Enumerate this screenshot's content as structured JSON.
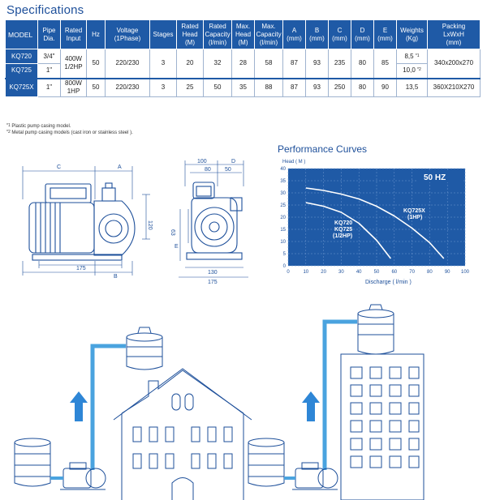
{
  "specs": {
    "title": "Specifications",
    "headers": {
      "model": "MODEL",
      "pipe": [
        "Pipe",
        "Dia."
      ],
      "rated_input": [
        "Rated",
        "Input"
      ],
      "hz": "Hz",
      "voltage": [
        "Voltage",
        "(1Phase)"
      ],
      "stages": "Stages",
      "rated_head": [
        "Rated",
        "Head",
        "(M)"
      ],
      "rated_capacity": [
        "Rated",
        "Capacity",
        "(l/min)"
      ],
      "max_head": [
        "Max.",
        "Head",
        "(M)"
      ],
      "max_capacity": [
        "Max.",
        "Capacity",
        "(l/min)"
      ],
      "a": [
        "A",
        "(mm)"
      ],
      "b": [
        "B",
        "(mm)"
      ],
      "c": [
        "C",
        "(mm)"
      ],
      "d": [
        "D",
        "(mm)"
      ],
      "e": [
        "E",
        "(mm)"
      ],
      "weights": [
        "Weights",
        "(Kg)"
      ],
      "packing": [
        "Packing",
        "LxWxH",
        "(mm)"
      ]
    },
    "rows": [
      {
        "model": "KQ720",
        "pipe": "3/4\"",
        "weight": "8,5",
        "weight_note": "*1"
      },
      {
        "model": "KQ725",
        "pipe": "1\"",
        "weight": "10,0",
        "weight_note": "*2"
      },
      {
        "model": "KQ725X",
        "pipe": "1\"",
        "rated_input": [
          "800W",
          "1HP"
        ],
        "hz": "50",
        "voltage": "220/230",
        "stages": "3",
        "rated_head": "25",
        "rated_capacity": "50",
        "max_head": "35",
        "max_capacity": "88",
        "a": "87",
        "b": "93",
        "c": "250",
        "d": "80",
        "e": "90",
        "weight": "13,5",
        "packing": "360X210X270"
      }
    ],
    "group1": {
      "rated_input": [
        "400W",
        "1/2HP"
      ],
      "hz": "50",
      "voltage": "220/230",
      "stages": "3",
      "rated_head": "20",
      "rated_capacity": "32",
      "max_head": "28",
      "max_capacity": "58",
      "a": "87",
      "b": "93",
      "c": "235",
      "d": "80",
      "e": "85",
      "packing": "340x200x270"
    },
    "notes": [
      {
        "mark": "*1",
        "text": "Plastic pump casing model."
      },
      {
        "mark": "*2",
        "text": "Metal pump casing models (cast iron or stainless steel )."
      }
    ]
  },
  "drawings": {
    "side": {
      "label_c": "C",
      "label_a": "A",
      "label_b": "B",
      "dim_175": "175",
      "dim_120": "120"
    },
    "front": {
      "dim_100": "100",
      "label_d": "D",
      "dim_80": "80",
      "dim_50": "50",
      "dim_63": "63",
      "label_e": "E",
      "dim_130": "130",
      "dim_175": "175"
    }
  },
  "performance": {
    "title": "Performance Curves",
    "frequency": "50 HZ",
    "curve_labels": {
      "kq725x": [
        "KQ725X",
        "(1HP)"
      ],
      "kq720": [
        "KQ720",
        "KQ725",
        "(1/2HP)"
      ]
    }
  },
  "chart_data": {
    "type": "line",
    "title": "",
    "xlabel": "Discharge ( l/min )",
    "ylabel": "Head ( M )",
    "xlim": [
      0,
      100
    ],
    "ylim": [
      0,
      40
    ],
    "x_ticks": [
      0,
      10,
      20,
      30,
      40,
      50,
      60,
      70,
      80,
      90,
      100
    ],
    "y_ticks": [
      0,
      5,
      10,
      15,
      20,
      25,
      30,
      35,
      40
    ],
    "grid": true,
    "series": [
      {
        "name": "KQ720 KQ725 (1/2HP)",
        "x": [
          10,
          20,
          30,
          40,
          50,
          58
        ],
        "y": [
          26,
          24.5,
          22,
          17.5,
          10.5,
          3
        ]
      },
      {
        "name": "KQ725X (1HP)",
        "x": [
          10,
          20,
          30,
          40,
          50,
          60,
          70,
          80,
          88
        ],
        "y": [
          32,
          31,
          29.5,
          27.5,
          24.5,
          20.5,
          15.5,
          9.5,
          3
        ]
      }
    ]
  },
  "colors": {
    "table_header": "#1f5aa6",
    "chart_bg": "#1f5aa6",
    "outline": "#1d4f9a",
    "curve": "#ffffff",
    "arrow": "#2e86d6",
    "pipe": "#4aa3df",
    "accent_text": "#1d4f9a"
  }
}
